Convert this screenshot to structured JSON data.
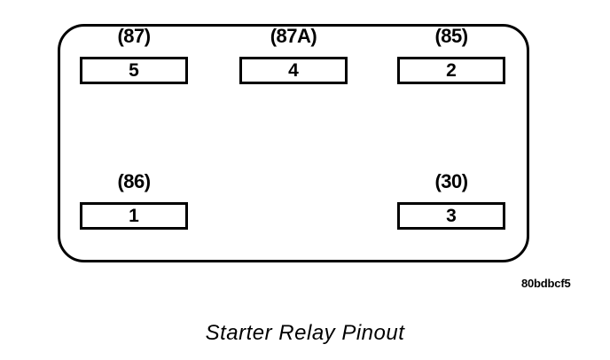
{
  "diagram": {
    "caption": "Starter Relay Pinout",
    "reference_code": "80bdbcf5",
    "body_shape": "rounded-rectangle",
    "stroke_color": "#000000",
    "background_color": "#ffffff",
    "terminals": [
      {
        "pin": "5",
        "designation": "(87)",
        "row": "top",
        "column": "left"
      },
      {
        "pin": "4",
        "designation": "(87A)",
        "row": "top",
        "column": "center"
      },
      {
        "pin": "2",
        "designation": "(85)",
        "row": "top",
        "column": "right"
      },
      {
        "pin": "1",
        "designation": "(86)",
        "row": "bottom",
        "column": "left"
      },
      {
        "pin": "3",
        "designation": "(30)",
        "row": "bottom",
        "column": "right"
      }
    ]
  }
}
